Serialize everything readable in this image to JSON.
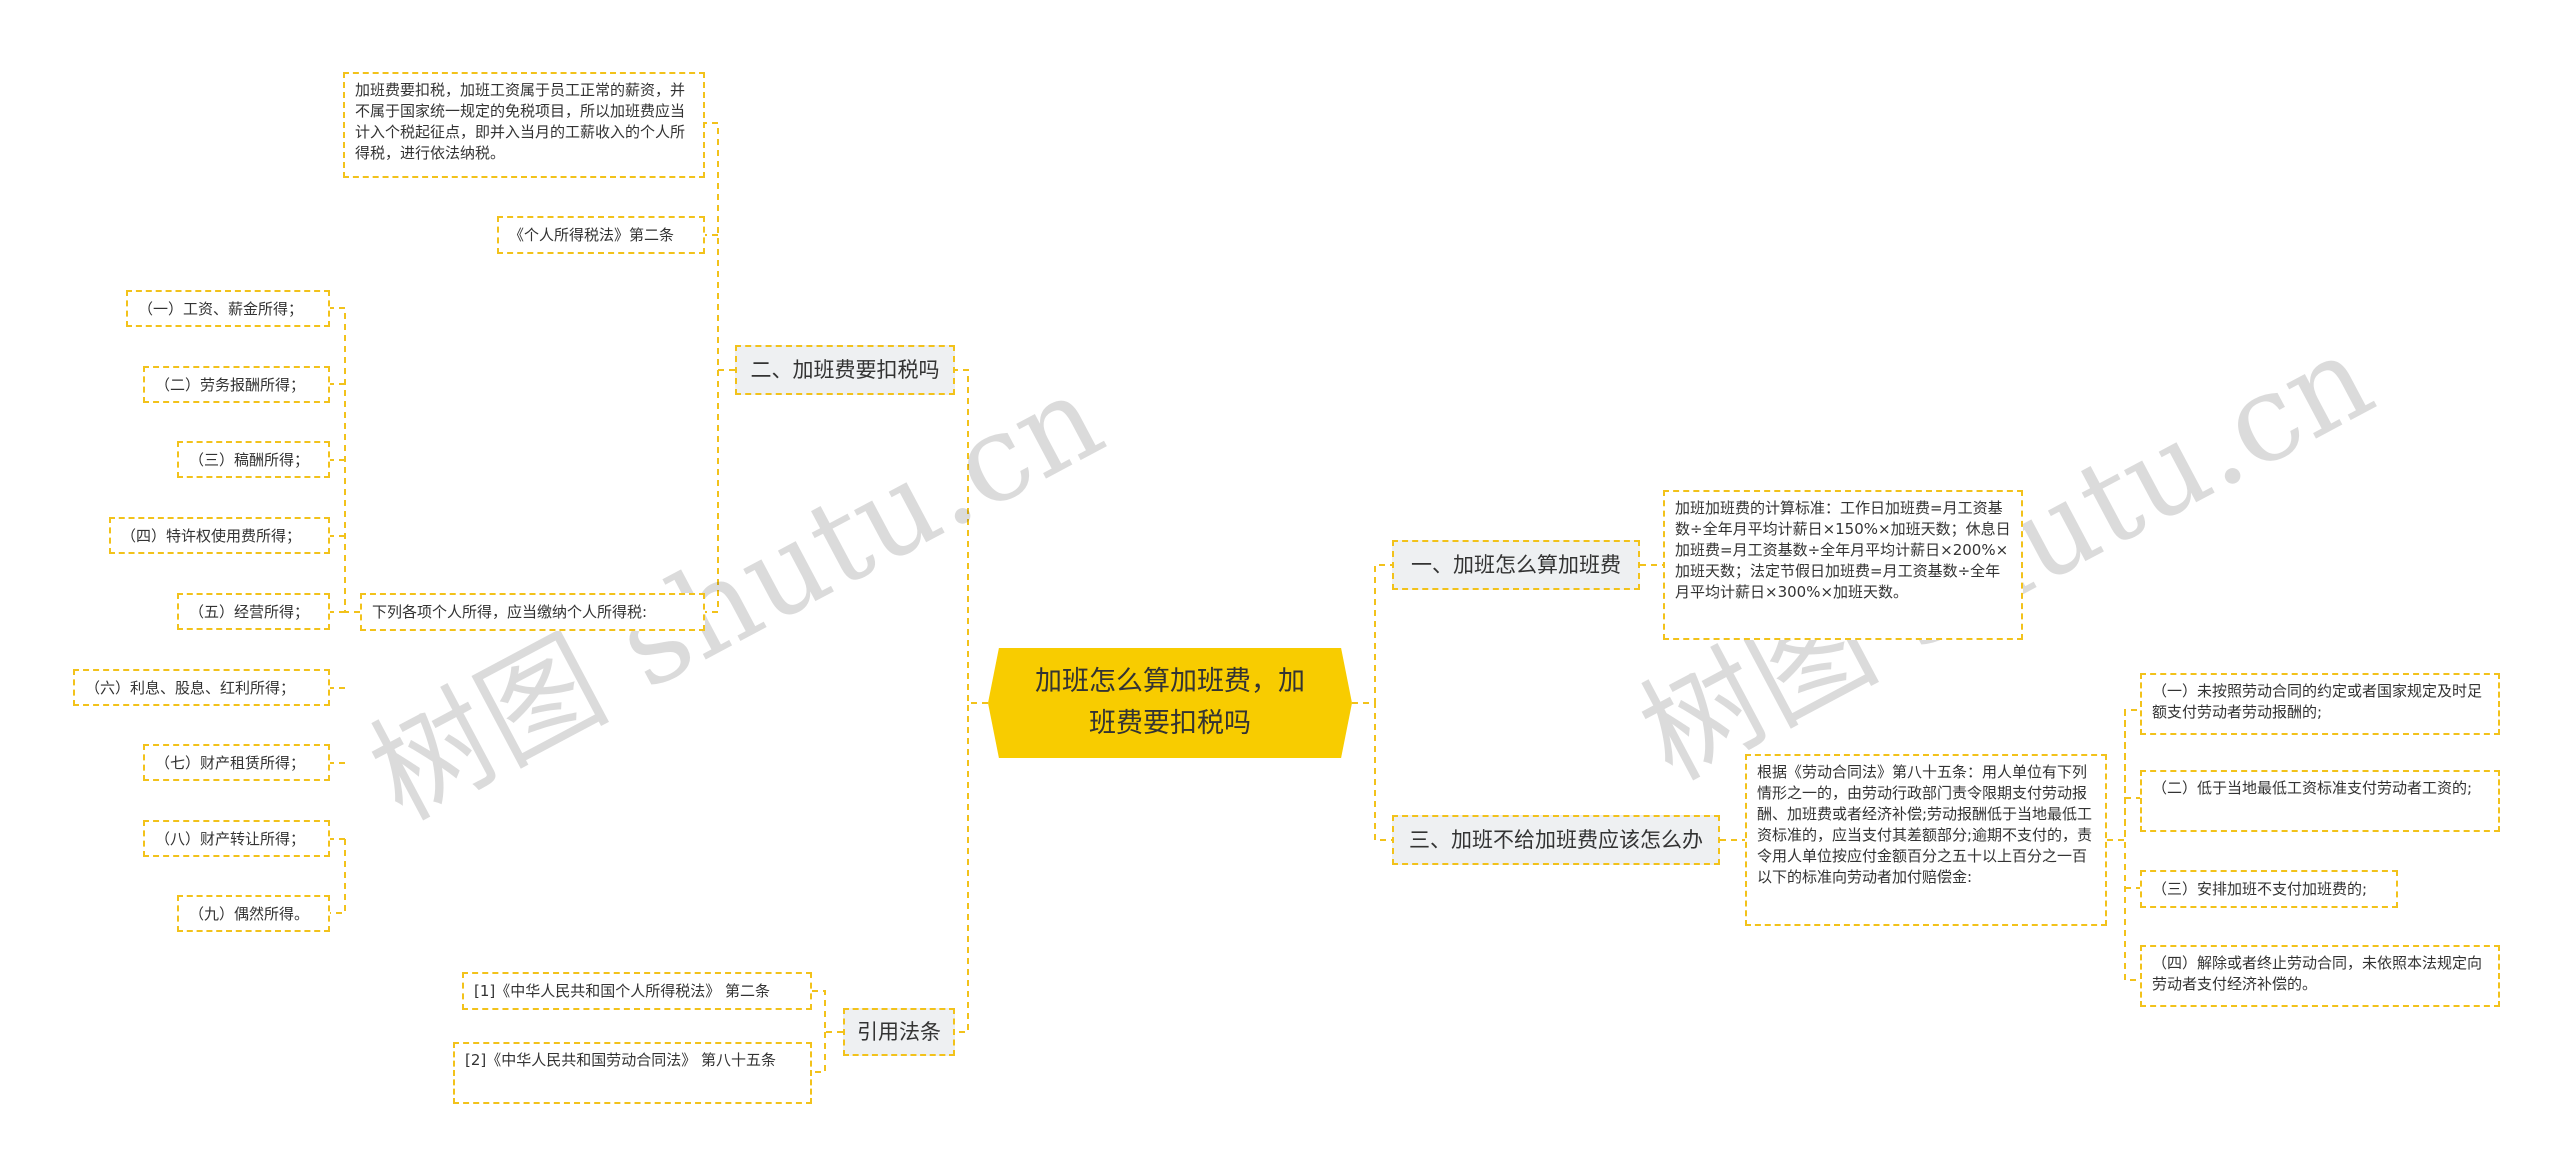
{
  "center": {
    "label": "加班怎么算加班费，加班费要扣税吗"
  },
  "branches": {
    "calc": {
      "label": "一、加班怎么算加班费",
      "detail": "加班加班费的计算标准：工作日加班费=月工资基数÷全年月平均计薪日×150%×加班天数；休息日加班费=月工资基数÷全年月平均计薪日×200%×加班天数；法定节假日加班费=月工资基数÷全年月平均计薪日×300%×加班天数。"
    },
    "unpaid": {
      "label": "三、加班不给加班费应该怎么办",
      "detail": "根据《劳动合同法》第八十五条：用人单位有下列情形之一的，由劳动行政部门责令限期支付劳动报酬、加班费或者经济补偿;劳动报酬低于当地最低工资标准的，应当支付其差额部分;逾期不支付的，责令用人单位按应付金额百分之五十以上百分之一百以下的标准向劳动者加付赔偿金:",
      "items": [
        "（一）未按照劳动合同的约定或者国家规定及时足额支付劳动者劳动报酬的;",
        "（二）低于当地最低工资标准支付劳动者工资的;",
        "（三）安排加班不支付加班费的;",
        "（四）解除或者终止劳动合同，未依照本法规定向劳动者支付经济补偿的。"
      ]
    },
    "tax": {
      "label": "二、加班费要扣税吗",
      "detail": "加班费要扣税，加班工资属于员工正常的薪资，并不属于国家统一规定的免税项目，所以加班费应当计入个税起征点，即并入当月的工薪收入的个人所得税，进行依法纳税。",
      "law": "《个人所得税法》第二条",
      "list_label": "下列各项个人所得，应当缴纳个人所得税:",
      "items": [
        "（一）工资、薪金所得；",
        "（二）劳务报酬所得；",
        "（三）稿酬所得；",
        "（四）特许权使用费所得；",
        "（五）经营所得；",
        "（六）利息、股息、红利所得；",
        "（七）财产租赁所得；",
        "（八）财产转让所得；",
        "（九）偶然所得。"
      ]
    },
    "refs": {
      "label": "引用法条",
      "items": [
        "[1]《中华人民共和国个人所得税法》 第二条",
        "[2]《中华人民共和国劳动合同法》 第八十五条"
      ]
    }
  },
  "watermark": "树图 shutu.cn",
  "colors": {
    "center": "#f8cc00",
    "line": "#f2c21b",
    "branch_bg": "#eef0f2"
  }
}
